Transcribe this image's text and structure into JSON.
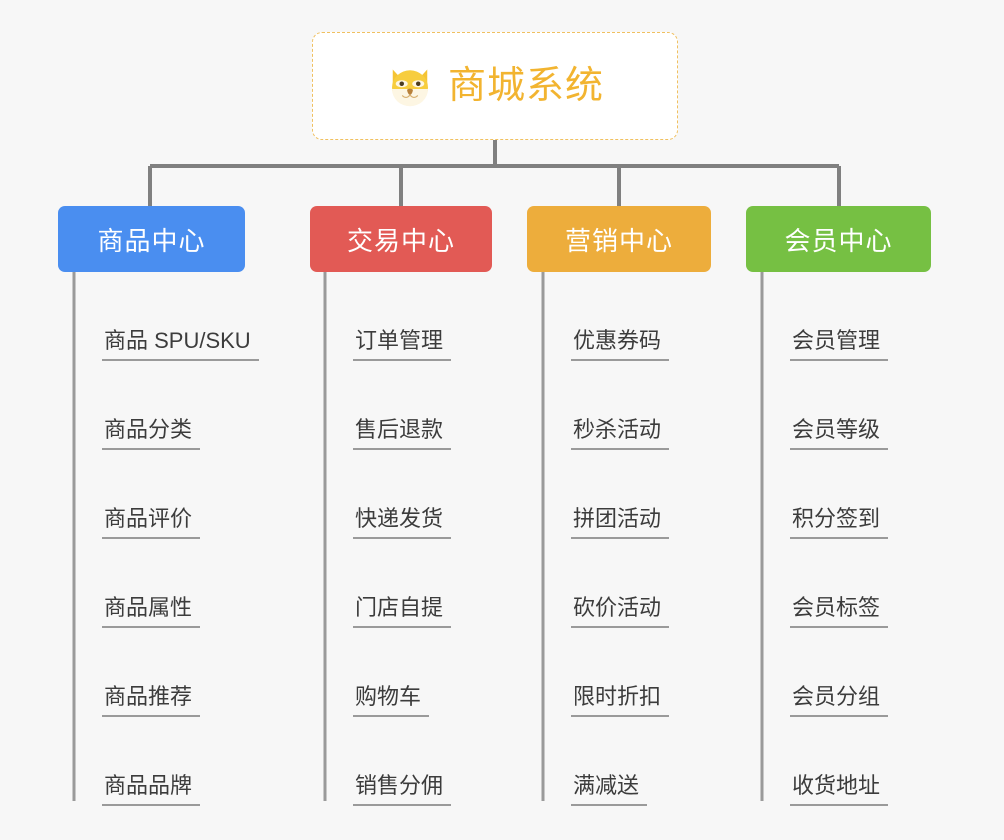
{
  "diagram": {
    "title": "商城系统",
    "type": "mindmap",
    "background_color": "#f7f7f7",
    "root": {
      "label": "商城系统",
      "icon": "shiba-dog-face-icon",
      "text_color": "#f2b430",
      "border_color": "#f0c060",
      "background_color": "#ffffff"
    },
    "connector_color": "#808080",
    "leaf_text_color": "#3c3c3c",
    "leaf_underline_color": "#9a9a9a",
    "branches": [
      {
        "label": "商品中心",
        "color": "#4a8ef0",
        "items": [
          "商品 SPU/SKU",
          "商品分类",
          "商品评价",
          "商品属性",
          "商品推荐",
          "商品品牌"
        ]
      },
      {
        "label": "交易中心",
        "color": "#e25a55",
        "items": [
          "订单管理",
          "售后退款",
          "快递发货",
          "门店自提",
          "购物车",
          "销售分佣"
        ]
      },
      {
        "label": "营销中心",
        "color": "#edad3c",
        "items": [
          "优惠券码",
          "秒杀活动",
          "拼团活动",
          "砍价活动",
          "限时折扣",
          "满减送"
        ]
      },
      {
        "label": "会员中心",
        "color": "#76c043",
        "items": [
          "会员管理",
          "会员等级",
          "积分签到",
          "会员标签",
          "会员分组",
          "收货地址"
        ]
      }
    ]
  }
}
